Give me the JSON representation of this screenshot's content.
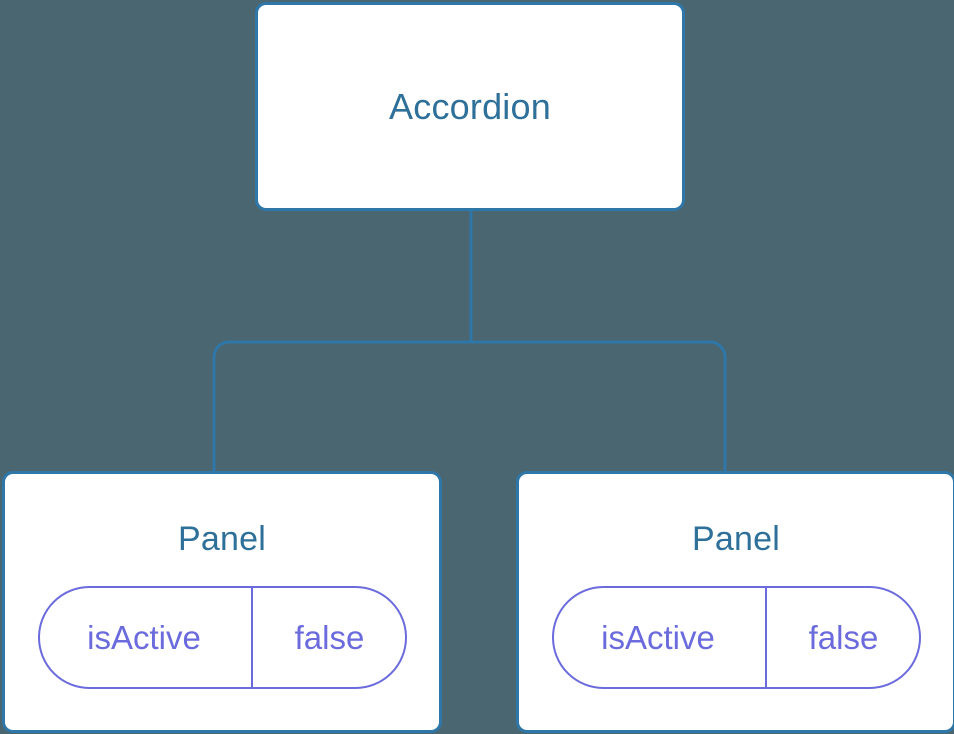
{
  "diagram": {
    "background_color": "#4a6670",
    "node_border_color": "#2e77a8",
    "node_title_color": "#2e7099",
    "prop_color": "#6b6bdd",
    "connector_color": "#2e77a8"
  },
  "root": {
    "label": "Accordion"
  },
  "children": [
    {
      "label": "Panel",
      "prop": {
        "key": "isActive",
        "value": "false"
      }
    },
    {
      "label": "Panel",
      "prop": {
        "key": "isActive",
        "value": "false"
      }
    }
  ]
}
